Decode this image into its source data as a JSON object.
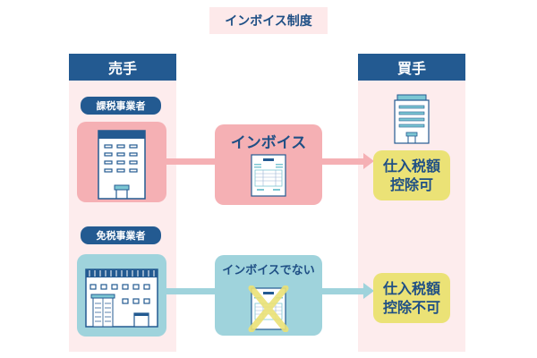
{
  "title": "インボイス制度",
  "seller": {
    "header": "売手",
    "registered": {
      "label": "課税事業者",
      "icon": "office-building-icon"
    },
    "exempt": {
      "label": "免税事業者",
      "icon": "factory-building-icon"
    }
  },
  "buyer": {
    "header": "買手",
    "icon": "office-building-icon"
  },
  "flows": [
    {
      "document_label": "インボイス",
      "document_icon": "invoice-document-icon",
      "result_line1": "仕入税額",
      "result_line2": "控除可",
      "color": "#f5b0b4"
    },
    {
      "document_label": "インボイスでない",
      "document_icon": "crossed-invoice-icon",
      "result_line1": "仕入税額",
      "result_line2": "控除不可",
      "color": "#9fd3dc"
    }
  ],
  "colors": {
    "navy": "#235a91",
    "column_background": "#fdeced",
    "pink": "#f5b0b4",
    "teal": "#9fd3dc",
    "result_yellow": "#ebe276"
  }
}
